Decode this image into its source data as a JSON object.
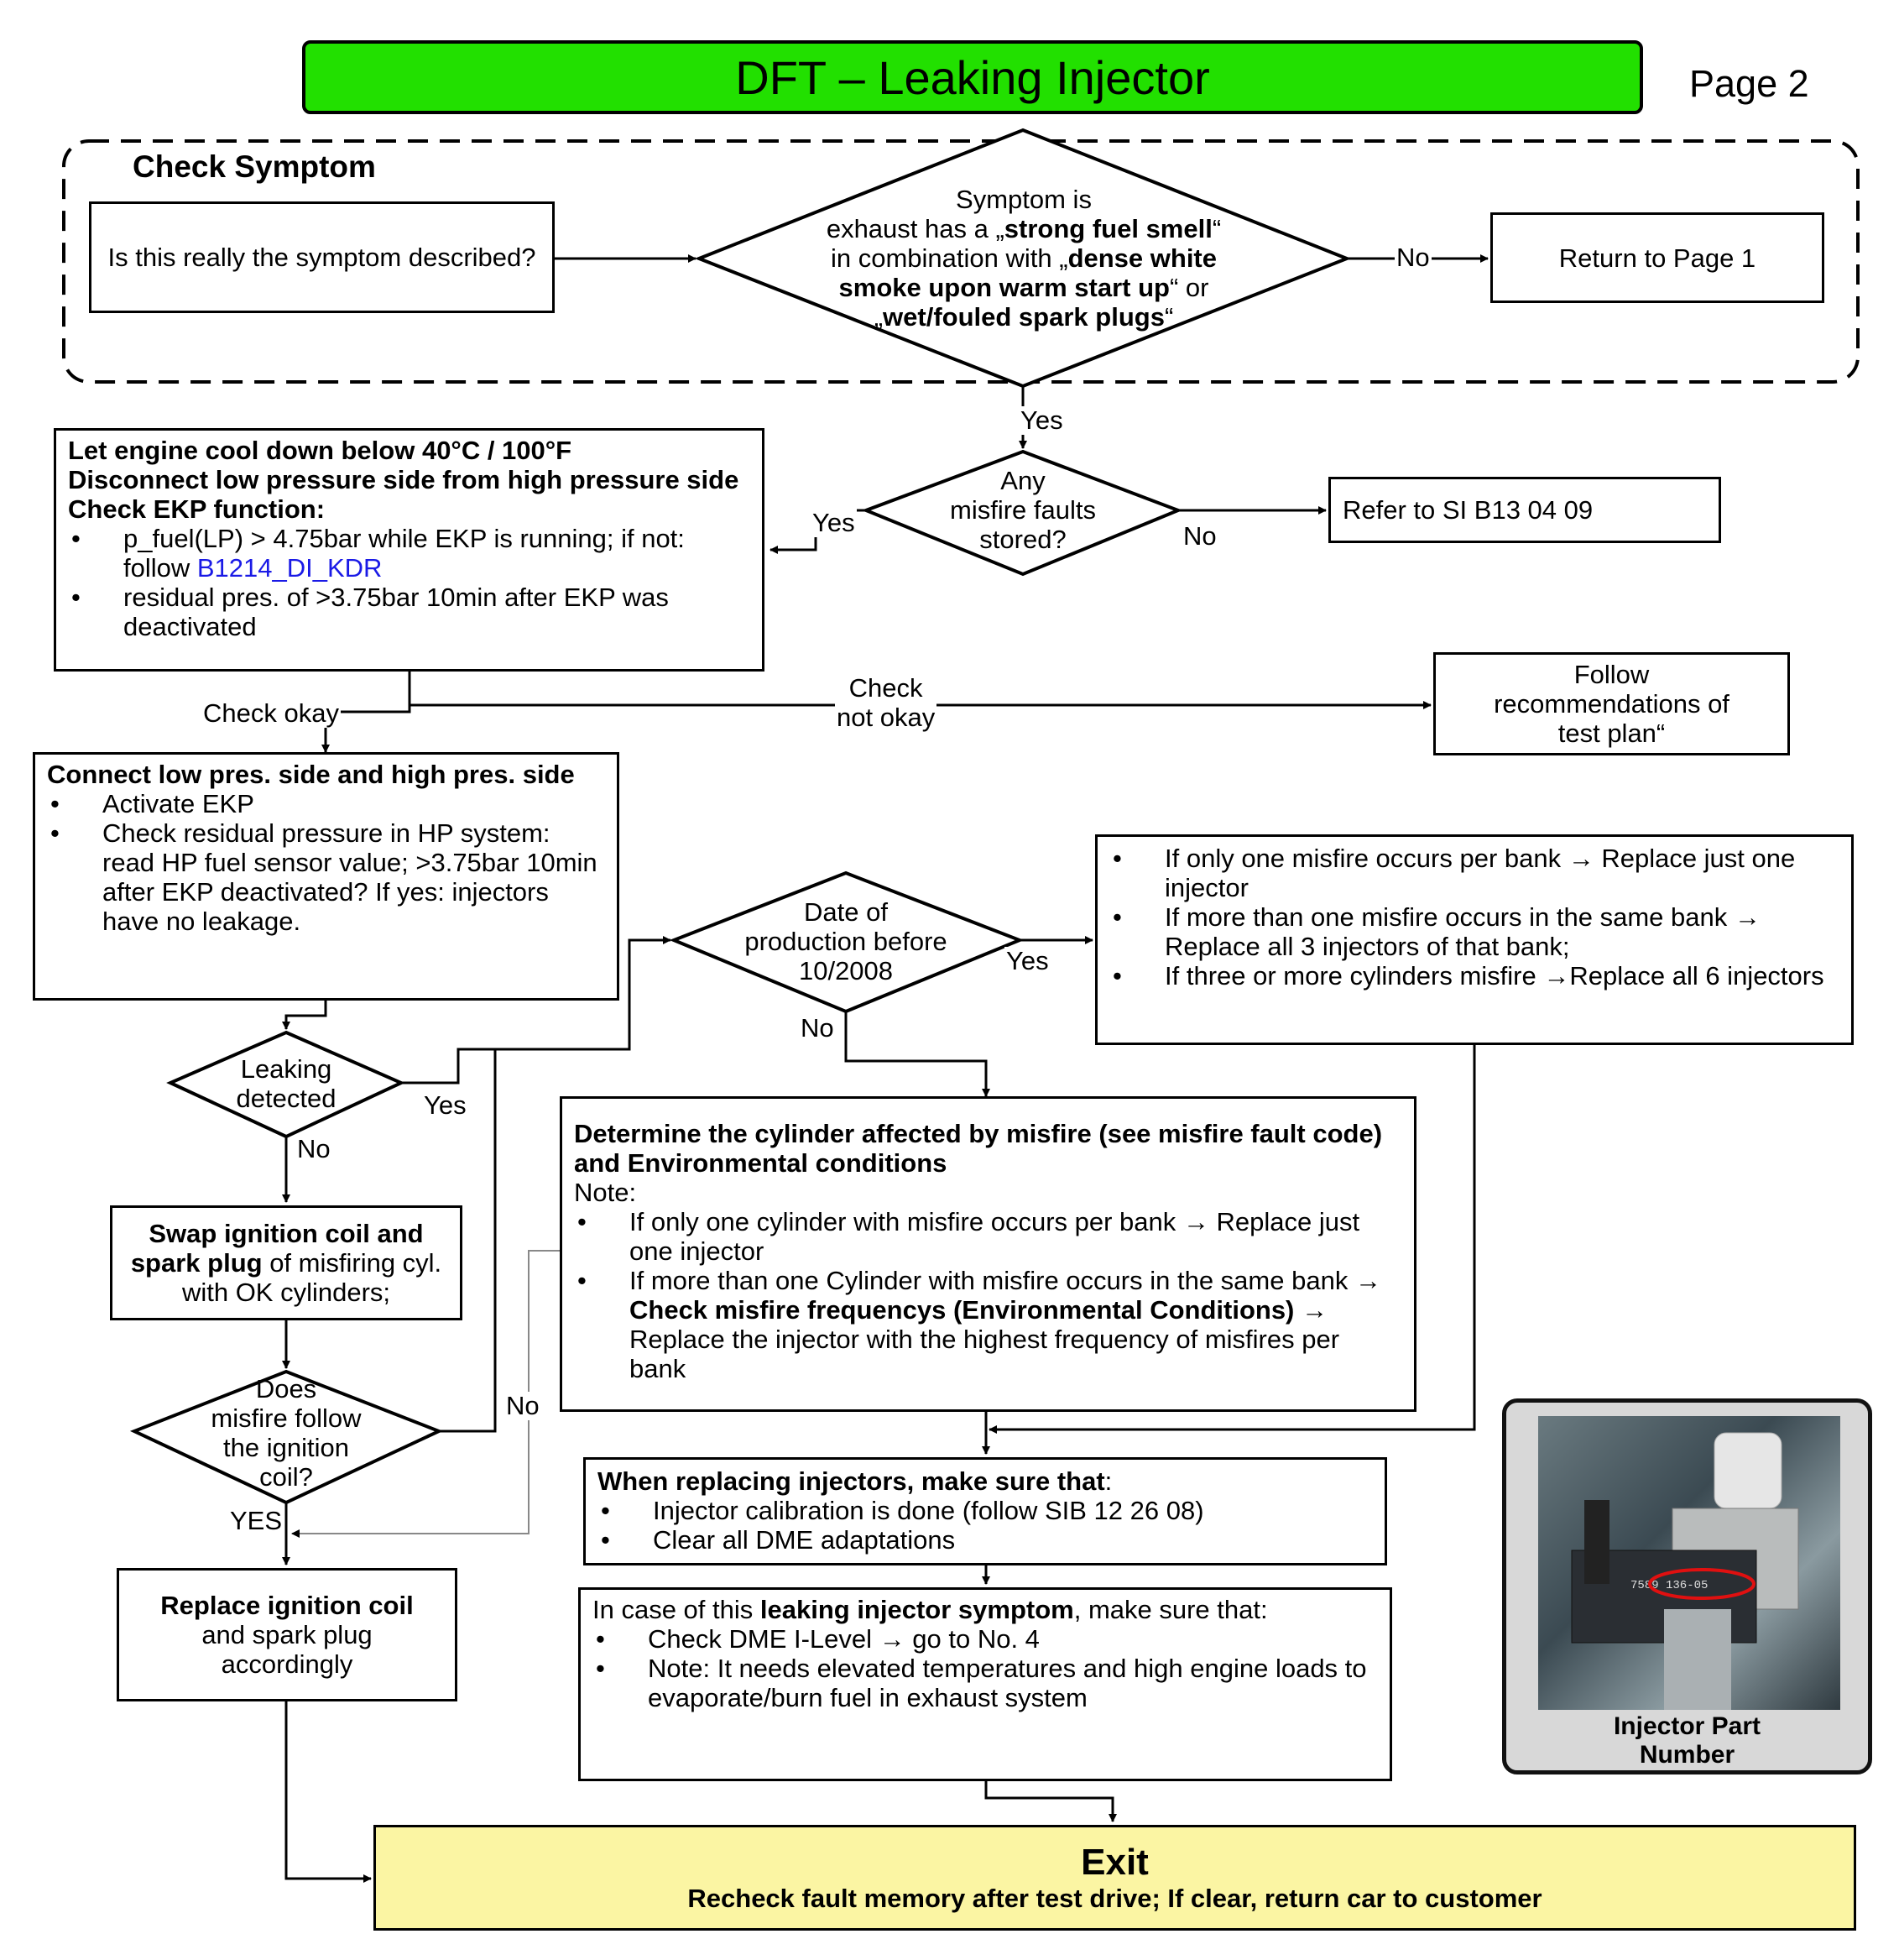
{
  "title": "DFT – Leaking Injector",
  "page": "Page 2",
  "check_symptom": {
    "label": "Check Symptom",
    "question": "Is this really the symptom described?",
    "diamond": {
      "l1": "Symptom is",
      "l2a": "exhaust has a „",
      "l2b": "strong fuel smell",
      "l2c": "“",
      "l3a": "in combination with „",
      "l3b": "dense white",
      "l4a": "smoke upon warm start up",
      "l4b": "“ or",
      "l5a": "„",
      "l5b": "wet/fouled spark plugs",
      "l5c": "“"
    },
    "no_label": "No",
    "return_box": "Return to Page 1"
  },
  "yes1": "Yes",
  "misfire_diamond": {
    "l1": "Any",
    "l2": "misfire faults",
    "l3": "stored?"
  },
  "misfire_yes": "Yes",
  "misfire_no": "No",
  "refer_box": "Refer to SI B13 04 09",
  "ekp_box": {
    "l1": "Let engine cool down below 40°C / 100°F",
    "l2": "Disconnect low pressure side from high pressure side",
    "l3": "Check EKP function:",
    "b1a": "p_fuel(LP) > 4.75bar while EKP is running; if not: follow ",
    "b1link": "B1214_DI_KDR",
    "b2": "residual pres. of >3.75bar 10min after EKP was deactivated"
  },
  "check_okay": "Check okay",
  "check_not_okay_1": "Check",
  "check_not_okay_2": "not okay",
  "follow_box": {
    "l1": "Follow",
    "l2": "recommendations of",
    "l3": "test plan“"
  },
  "connect_box": {
    "title": "Connect low pres. side and high pres. side",
    "b1": "Activate EKP",
    "b2": "Check residual pressure in HP system: read HP fuel sensor value; >3.75bar 10min after EKP deactivated? If yes: injectors have no leakage."
  },
  "leak_diamond": {
    "l1": "Leaking",
    "l2": "detected"
  },
  "leak_yes": "Yes",
  "leak_no": "No",
  "date_diamond": {
    "l1": "Date of",
    "l2": "production before",
    "l3": "10/2008"
  },
  "date_yes": "Yes",
  "date_no": "No",
  "replace_rules_box": {
    "b1": "If only one misfire occurs per bank → Replace just one injector",
    "b2": "If more than one misfire occurs in the same bank → Replace all 3 injectors of that bank;",
    "b3": "If three or more cylinders misfire →Replace all 6 injectors"
  },
  "swap_box": {
    "a": "Swap ignition coil and spark plug",
    "b": " of misfiring cyl. with OK cylinders;"
  },
  "follow_diamond": {
    "l1": "Does",
    "l2": "misfire follow",
    "l3": "the ignition",
    "l4": "coil?"
  },
  "follow_no": "No",
  "follow_yes": "YES",
  "determine_box": {
    "title": "Determine the cylinder affected by misfire (see misfire fault code) and Environmental conditions",
    "note": "Note:",
    "b1": "If only one cylinder with misfire occurs per bank → Replace just one injector",
    "b2a": "If more than one Cylinder with misfire occurs in the same bank → ",
    "b2b": "Check misfire frequencys (Environmental Conditions)",
    "b2c": " → Replace the injector with the highest frequency of misfires per bank"
  },
  "replace_coil_box": {
    "a": "Replace ignition coil",
    "b": "and spark plug",
    "c": "accordingly"
  },
  "when_box": {
    "title": "When replacing injectors, make sure that",
    "colon": ":",
    "b1": "Injector calibration is done (follow SIB 12 26 08)",
    "b2": "Clear all DME adaptations"
  },
  "case_box": {
    "a": "In case of this ",
    "b": "leaking injector symptom",
    "c": ", make sure that:",
    "b1": "Check DME I-Level → go to No. 4",
    "b2": "Note: It needs elevated temperatures and high engine loads to evaporate/burn fuel in exhaust system"
  },
  "photo": {
    "caption_l1": "Injector Part",
    "caption_l2": "Number",
    "part_text": "7589 136-05"
  },
  "exit": {
    "title": "Exit",
    "subtitle": "Recheck fault memory after test drive; If clear, return car to customer"
  },
  "colors": {
    "title_bg": "#22e000",
    "exit_bg": "#fbf5a3",
    "link": "#1a1ae6",
    "photo_frame": "#d8d8d8"
  }
}
